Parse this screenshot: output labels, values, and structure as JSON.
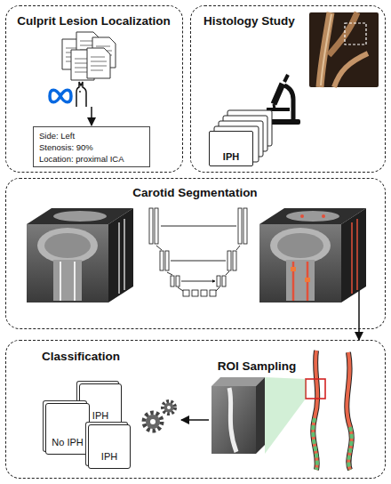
{
  "diagram": {
    "nodes": [
      {
        "text": [
          "Culprit Lesion Localization"
        ]
      },
      {
        "text": [
          "Side: Left",
          "Stenosis: 90%",
          "Location: proximal ICA"
        ],
        "in": 0
      },
      {
        "text": [
          "Histology Study"
        ]
      },
      {
        "text": [
          "IPH"
        ],
        "in": 2
      },
      {
        "text": [
          "Carotid Segmentation"
        ]
      },
      {
        "text": [
          "Classification",
          "ROI Sampling"
        ]
      },
      {
        "text": [
          "No IPH"
        ],
        "in": 5
      },
      {
        "text": [
          "IPH"
        ],
        "in": 5
      },
      {
        "text": [
          "IPH"
        ],
        "in": 5
      }
    ],
    "edges": [
      {
        "from": 4,
        "to": 5,
        "arrow": "to"
      }
    ]
  }
}
